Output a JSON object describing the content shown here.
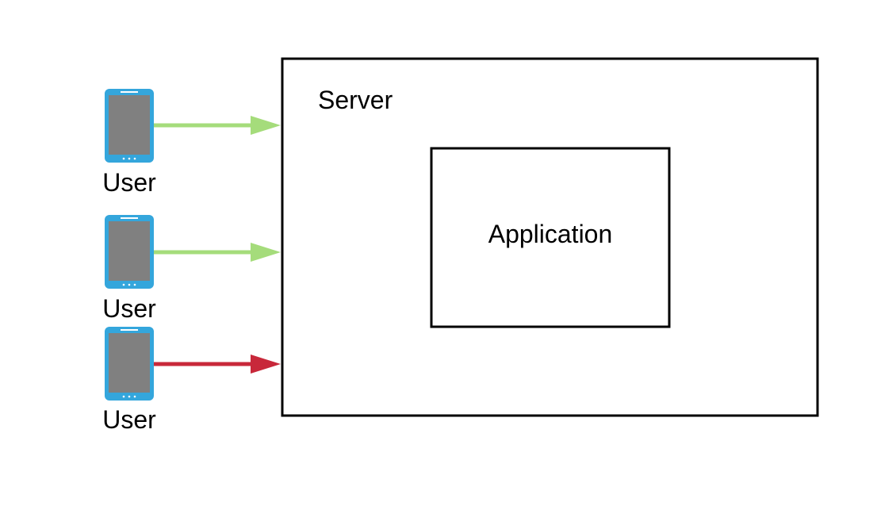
{
  "diagram": {
    "server": {
      "label": "Server"
    },
    "application": {
      "label": "Application"
    },
    "users": [
      {
        "label": "User",
        "arrow_color": "#a5dc7b"
      },
      {
        "label": "User",
        "arrow_color": "#a5dc7b"
      },
      {
        "label": "User",
        "arrow_color": "#c8283a"
      }
    ]
  },
  "colors": {
    "device_body": "#34a6dc",
    "device_screen": "#808080",
    "device_dots": "#ffffff",
    "box_stroke": "#000000"
  },
  "icons": {
    "device": "mobile-phone-icon"
  }
}
